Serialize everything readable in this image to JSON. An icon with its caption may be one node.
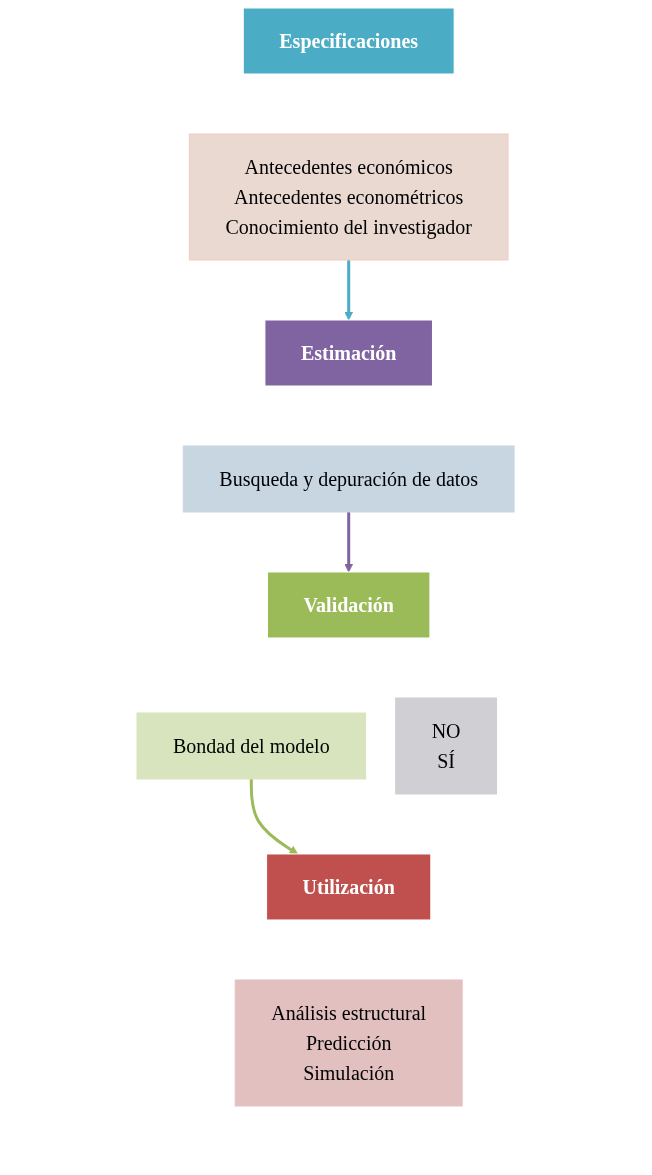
{
  "diagram": {
    "nodes": [
      {
        "text": [
          "Especificaciones"
        ]
      },
      {
        "text": [
          "Antecedentes económicos",
          "Antecedentes econométricos",
          "Conocimiento del investigador"
        ]
      },
      {
        "text": [
          "Estimación"
        ]
      },
      {
        "text": [
          "Busqueda y depuración de datos"
        ]
      },
      {
        "text": [
          "Validación"
        ]
      },
      {
        "text": [
          "Bondad del modelo"
        ]
      },
      {
        "text": [
          "NO",
          "SÍ"
        ]
      },
      {
        "text": [
          "Utilización"
        ]
      },
      {
        "text": [
          "Análisis estructural",
          "Predicción",
          "Simulación"
        ]
      }
    ],
    "edges": [
      {
        "from": 1,
        "to": 2,
        "arrow": "to",
        "color": "#4bacc6"
      },
      {
        "from": 3,
        "to": 4,
        "arrow": "to",
        "color": "#8064a2"
      },
      {
        "from": 5,
        "to": 7,
        "arrow": "to",
        "color": "#9bbb59"
      }
    ]
  }
}
